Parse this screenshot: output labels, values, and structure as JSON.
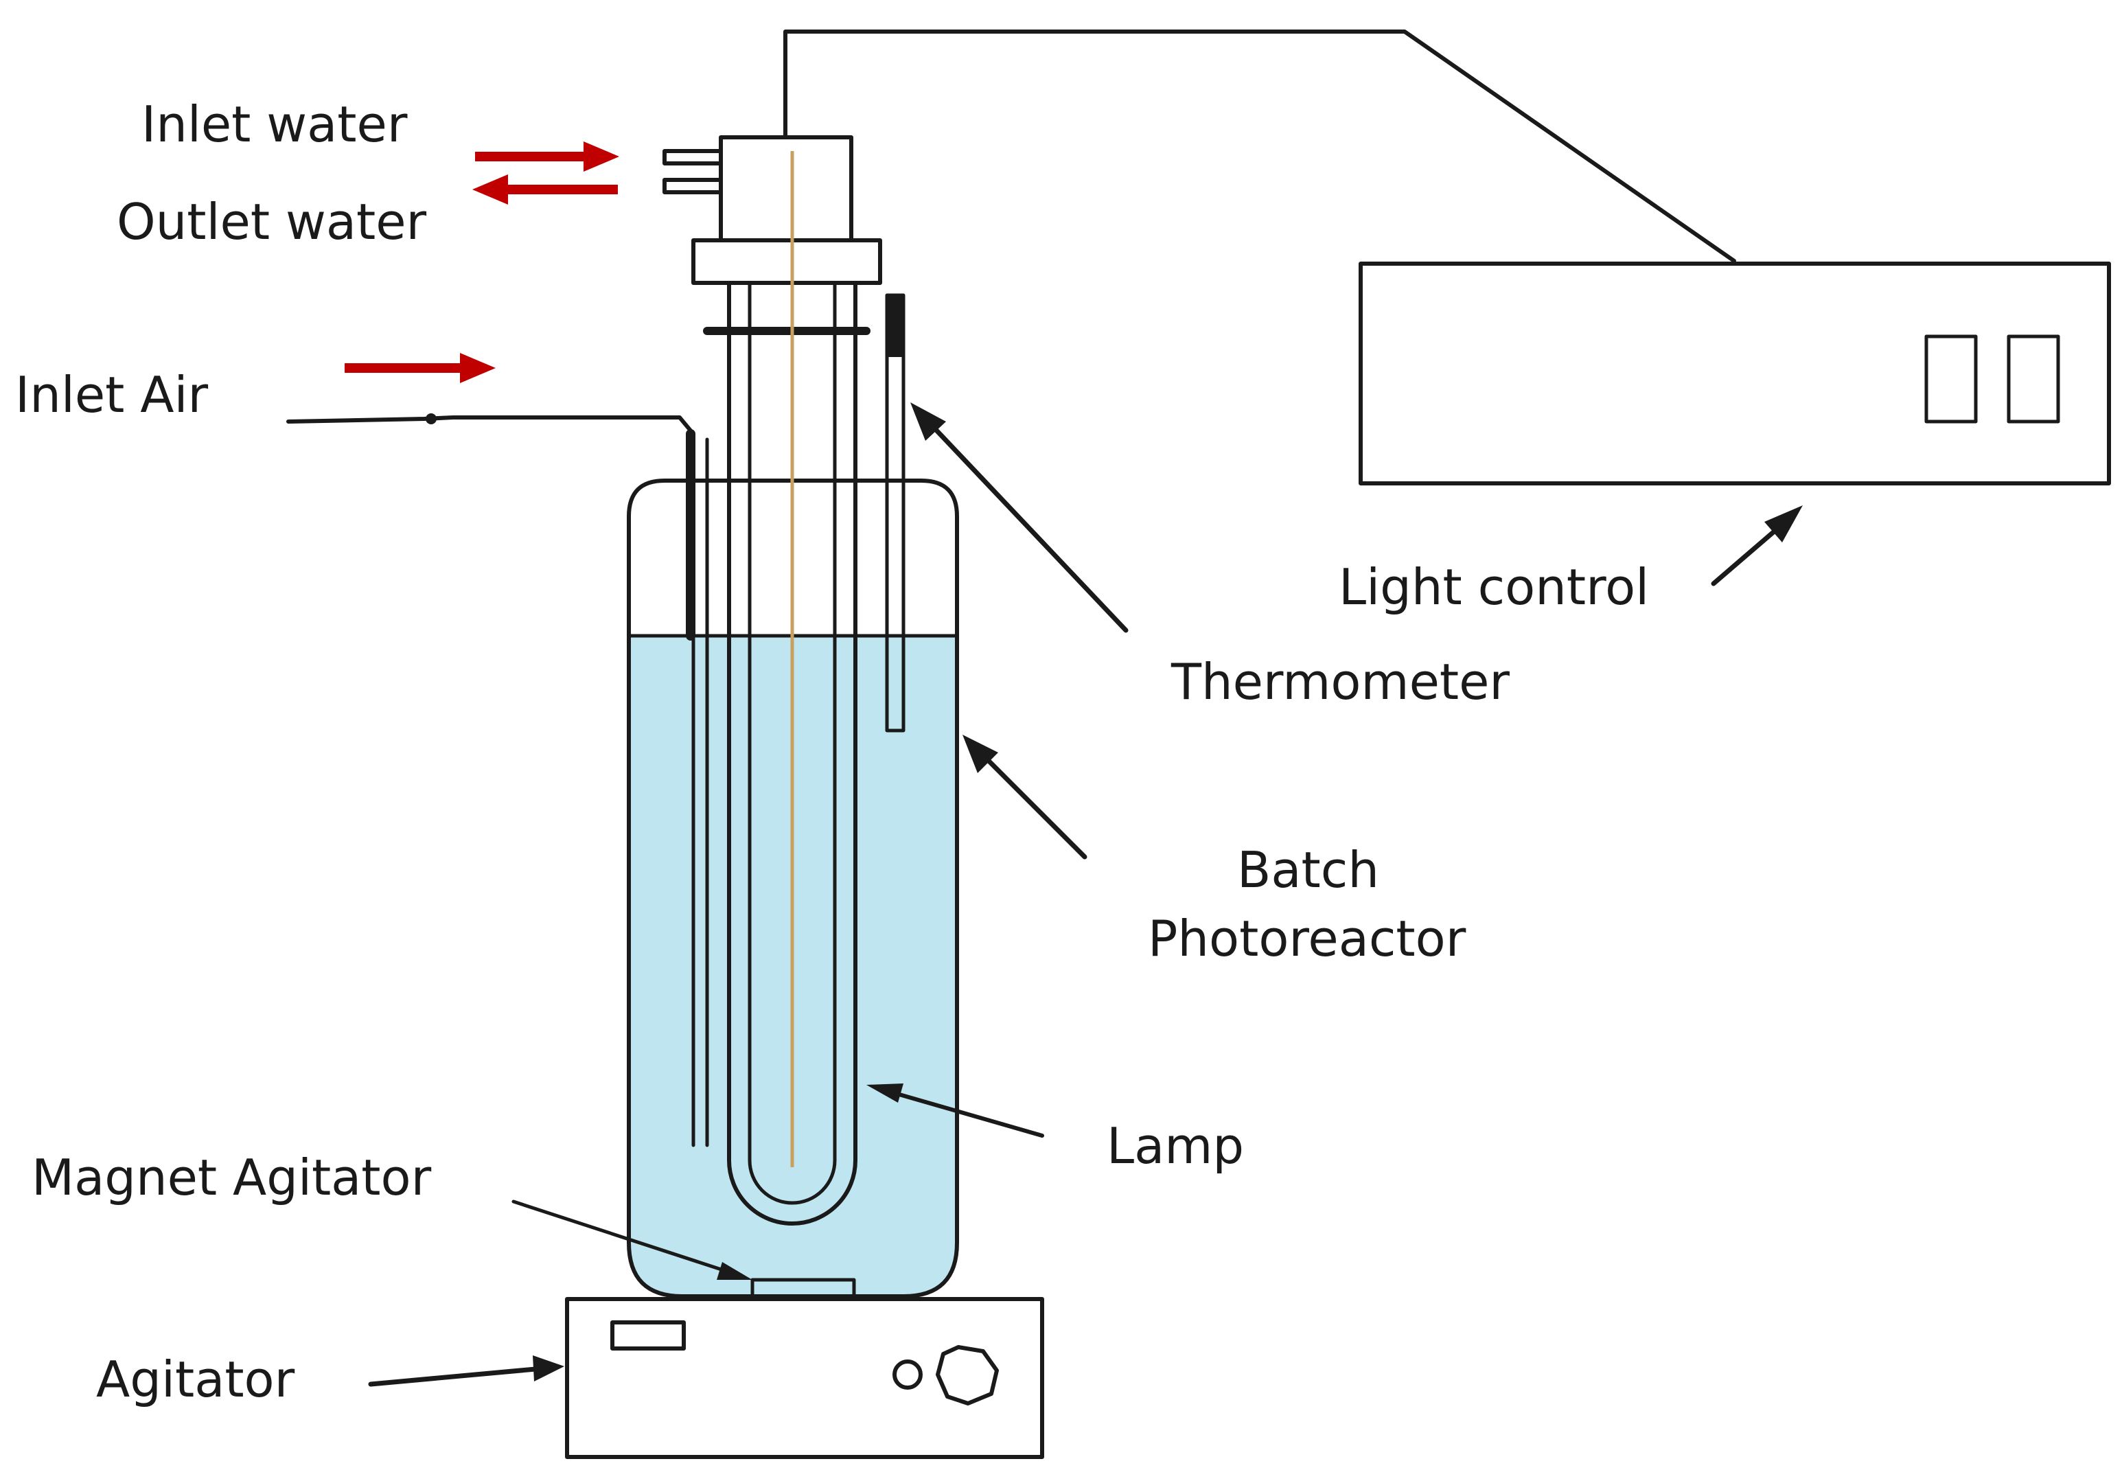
{
  "labels": {
    "inlet_water": "Inlet water",
    "outlet_water": "Outlet water",
    "inlet_air": "Inlet Air",
    "light_control": "Light control",
    "thermometer": "Thermometer",
    "batch_line1": "Batch",
    "batch_line2": "Photoreactor",
    "lamp": "Lamp",
    "magnet_agitator": "Magnet Agitator",
    "agitator": "Agitator"
  },
  "colors": {
    "flow_arrow": "#c00000",
    "liquid": "#bfe6f0",
    "grey_button": "#8c8c8c",
    "green_button": "#3cb84a",
    "lamp_filament": "#c8a060"
  }
}
